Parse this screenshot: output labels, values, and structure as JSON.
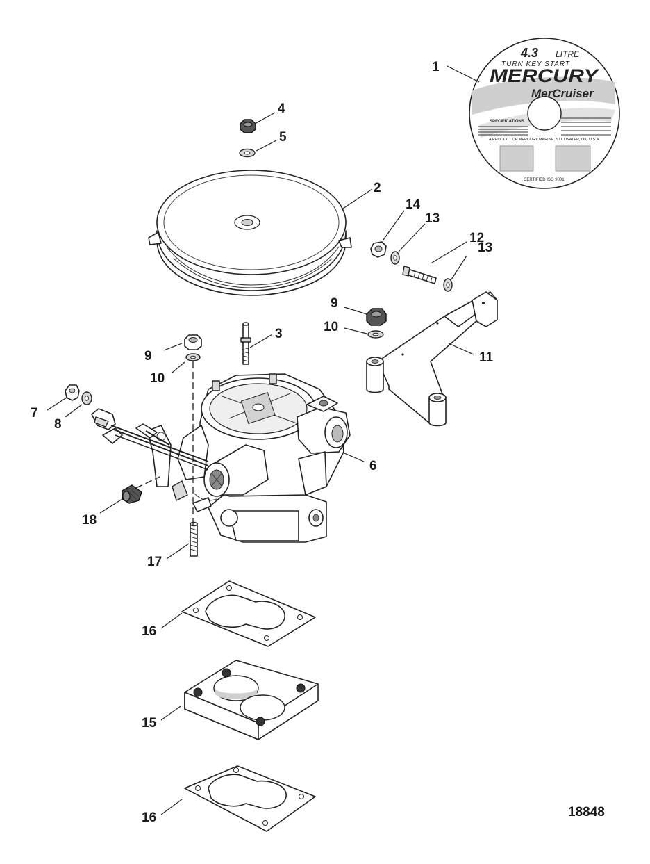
{
  "figure_number": "18848",
  "decal": {
    "engine_size": "4.3",
    "litre": "LITRE",
    "subtitle": "TURN KEY START",
    "brand": "MERCURY",
    "product": "MerCruiser",
    "specifications": "SPECIFICATIONS",
    "footer": "A PRODUCT OF MERCURY MARINE, STILLWATER, OK, U.S.A.",
    "certified": "CERTIFIED ISO 9001"
  },
  "callouts": [
    {
      "number": "1",
      "part": "decal"
    },
    {
      "number": "2",
      "part": "air-cleaner-cover"
    },
    {
      "number": "3",
      "part": "stud"
    },
    {
      "number": "4",
      "part": "nut"
    },
    {
      "number": "5",
      "part": "washer"
    },
    {
      "number": "6",
      "part": "carburetor"
    },
    {
      "number": "7",
      "part": "nut"
    },
    {
      "number": "8",
      "part": "washer"
    },
    {
      "number": "9",
      "part": "nut"
    },
    {
      "number": "10",
      "part": "washer"
    },
    {
      "number": "9",
      "part": "nut"
    },
    {
      "number": "10",
      "part": "washer"
    },
    {
      "number": "11",
      "part": "bracket"
    },
    {
      "number": "12",
      "part": "stud"
    },
    {
      "number": "13",
      "part": "washer"
    },
    {
      "number": "13",
      "part": "washer"
    },
    {
      "number": "14",
      "part": "nut"
    },
    {
      "number": "15",
      "part": "spacer"
    },
    {
      "number": "16",
      "part": "gasket"
    },
    {
      "number": "16",
      "part": "gasket"
    },
    {
      "number": "17",
      "part": "stud"
    },
    {
      "number": "18",
      "part": "fitting"
    }
  ]
}
